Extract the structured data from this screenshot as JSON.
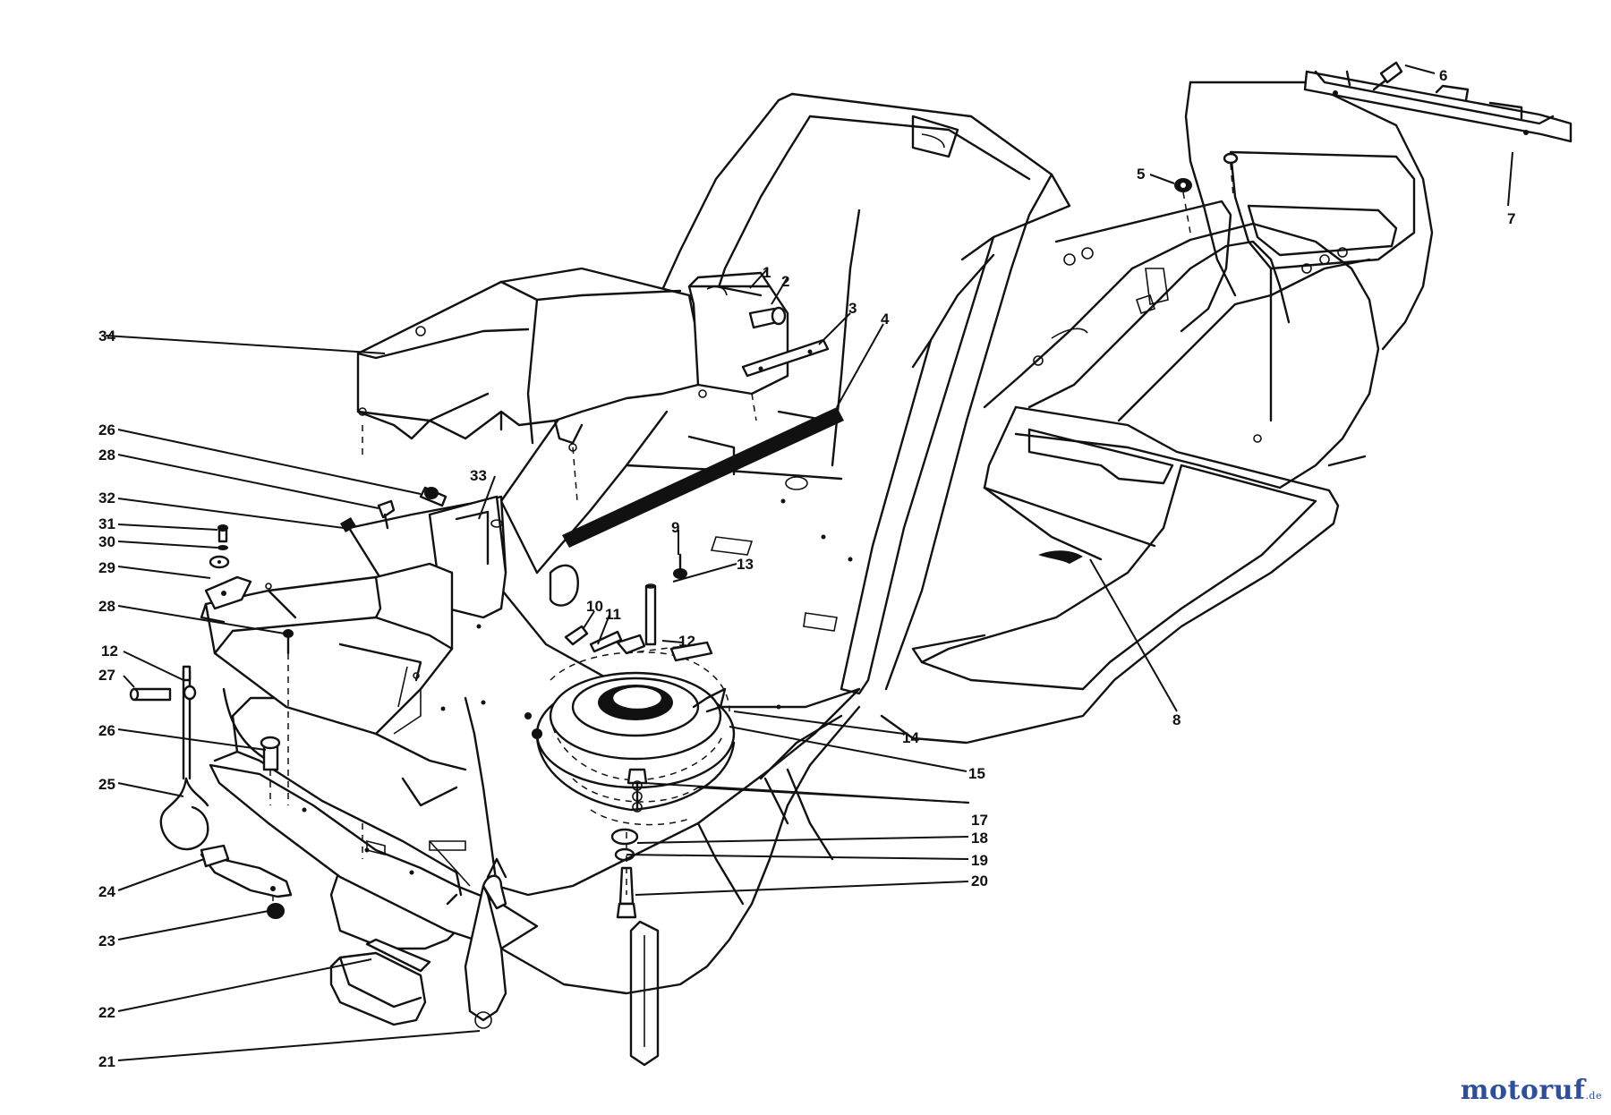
{
  "callouts": [
    {
      "id": "c1",
      "text": "1"
    },
    {
      "id": "c2",
      "text": "2"
    },
    {
      "id": "c3",
      "text": "3"
    },
    {
      "id": "c4",
      "text": "4"
    },
    {
      "id": "c5",
      "text": "5"
    },
    {
      "id": "c6",
      "text": "6"
    },
    {
      "id": "c7",
      "text": "7"
    },
    {
      "id": "c8",
      "text": "8"
    },
    {
      "id": "c9",
      "text": "9"
    },
    {
      "id": "c10",
      "text": "10"
    },
    {
      "id": "c11",
      "text": "11"
    },
    {
      "id": "c12a",
      "text": "12"
    },
    {
      "id": "c12b",
      "text": "12"
    },
    {
      "id": "c13",
      "text": "13"
    },
    {
      "id": "c14",
      "text": "14"
    },
    {
      "id": "c15",
      "text": "15"
    },
    {
      "id": "c17",
      "text": "17"
    },
    {
      "id": "c18",
      "text": "18"
    },
    {
      "id": "c19",
      "text": "19"
    },
    {
      "id": "c20",
      "text": "20"
    },
    {
      "id": "c21",
      "text": "21"
    },
    {
      "id": "c22",
      "text": "22"
    },
    {
      "id": "c23",
      "text": "23"
    },
    {
      "id": "c24",
      "text": "24"
    },
    {
      "id": "c25",
      "text": "25"
    },
    {
      "id": "c26a",
      "text": "26"
    },
    {
      "id": "c26b",
      "text": "26"
    },
    {
      "id": "c27",
      "text": "27"
    },
    {
      "id": "c28a",
      "text": "28"
    },
    {
      "id": "c28b",
      "text": "28"
    },
    {
      "id": "c29",
      "text": "29"
    },
    {
      "id": "c30",
      "text": "30"
    },
    {
      "id": "c31",
      "text": "31"
    },
    {
      "id": "c32",
      "text": "32"
    },
    {
      "id": "c33",
      "text": "33"
    },
    {
      "id": "c34",
      "text": "34"
    }
  ],
  "watermark": {
    "part1": "moto",
    "part2": "ruf",
    "part3": ".de"
  }
}
